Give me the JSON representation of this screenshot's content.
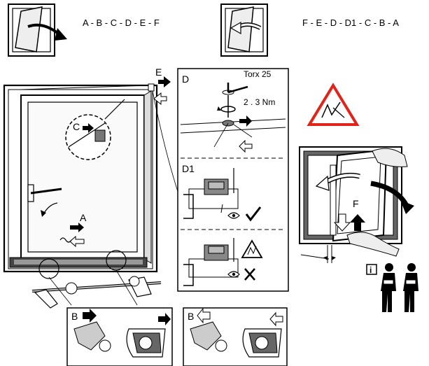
{
  "header": {
    "sequence_open": "A - B - C - D - E - F",
    "sequence_close": "F - E - D - D1 - C - B - A"
  },
  "labels": {
    "E": "E",
    "C": "C",
    "A": "A",
    "B_left": "B",
    "B_right": "B",
    "D": "D",
    "D1": "D1",
    "F": "F",
    "torx": "Torx 25",
    "torque": "2 . 3 Nm",
    "info": "i"
  },
  "colors": {
    "warning_red": "#e2231a",
    "ink": "#000000",
    "grey_dark": "#555555",
    "grey_light": "#cfcfcf"
  },
  "icons": {
    "warning": "shattered-glass-warning-icon",
    "eye": "eye-icon",
    "check": "check-mark-icon",
    "cross": "cross-mark-icon",
    "info": "info-icon"
  }
}
